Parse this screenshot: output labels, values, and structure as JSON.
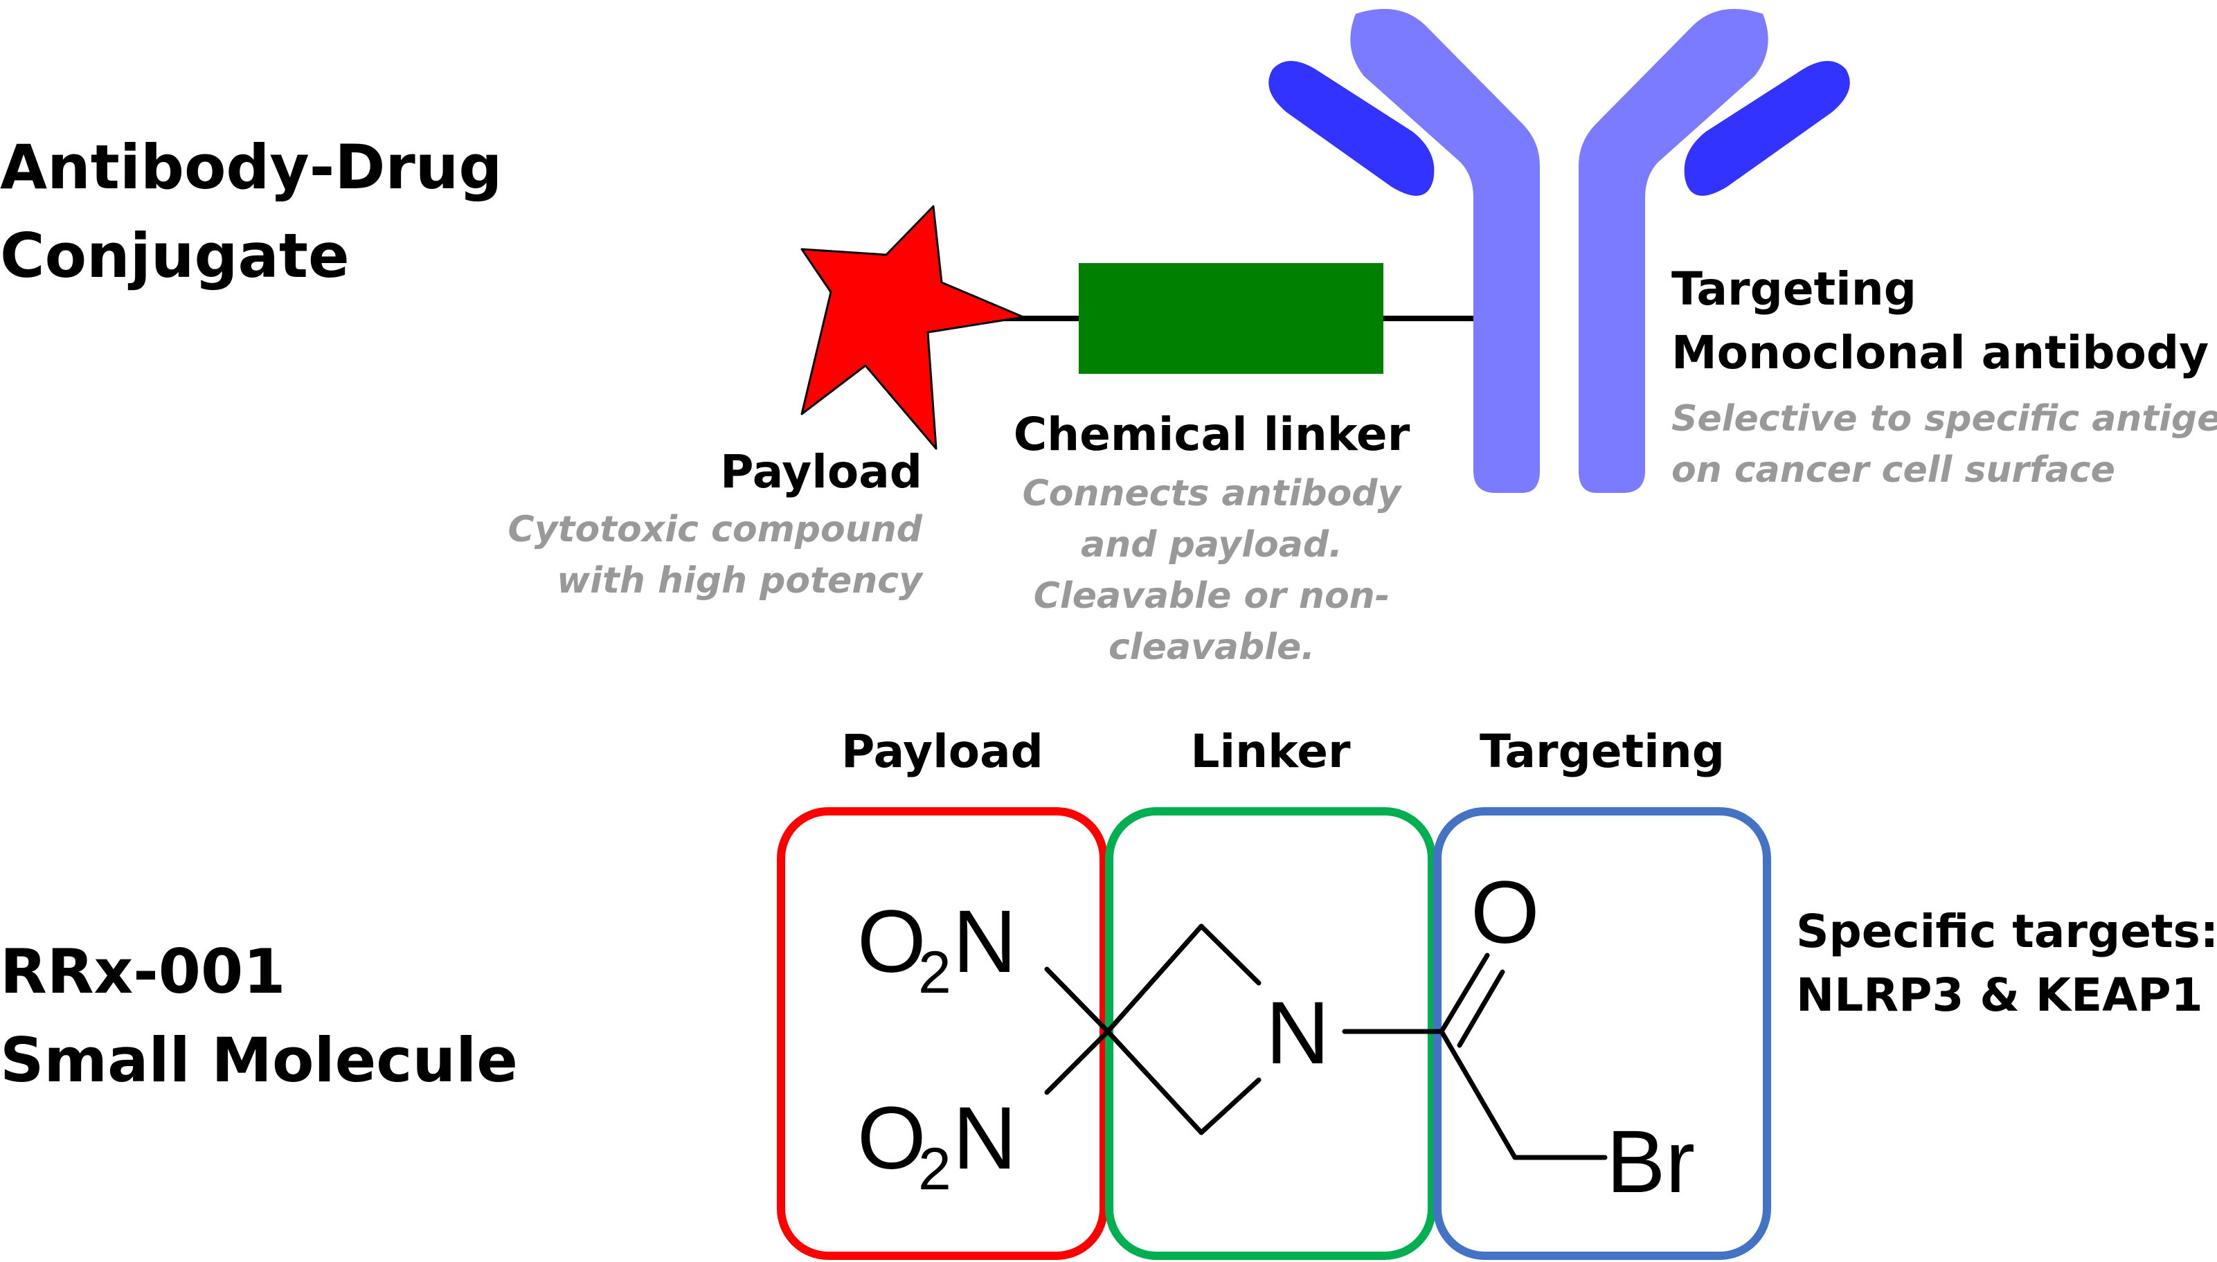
{
  "adc": {
    "title_lines": [
      "Antibody-Drug",
      "Conjugate"
    ],
    "payload": {
      "title": "Payload",
      "desc_lines": [
        "Cytotoxic compound",
        "with high potency"
      ]
    },
    "linker": {
      "title": "Chemical linker",
      "desc_lines": [
        "Connects antibody",
        "and payload.",
        "Cleavable or non-",
        "cleavable."
      ]
    },
    "antibody": {
      "title_lines": [
        "Targeting",
        "Monoclonal antibody"
      ],
      "desc_lines": [
        "Selective to specific antigens",
        "on cancer cell surface"
      ]
    }
  },
  "small_molecule": {
    "title_lines": [
      "RRx-001",
      "Small Molecule"
    ],
    "group_labels": {
      "payload": "Payload",
      "linker": "Linker",
      "targeting": "Targeting"
    },
    "targets_lines": [
      "Specific targets:",
      "NLRP3 & KEAP1"
    ],
    "atoms": {
      "o2n_top": "O",
      "o2n_top_sub": "2",
      "o2n_top_n": "N",
      "o2n_bottom": "O",
      "o2n_bottom_sub": "2",
      "o2n_bottom_n": "N",
      "ring_n": "N",
      "carbonyl_o": "O",
      "bromine": "Br"
    }
  },
  "colors": {
    "star": "#ff0000",
    "linker_box": "#008000",
    "antibody": "#7b7bff",
    "antibody_dark": "#3333ff",
    "payload_frame": "#ff0000",
    "linker_frame": "#00b050",
    "targeting_frame": "#4472c4",
    "desc_text": "#999999"
  }
}
